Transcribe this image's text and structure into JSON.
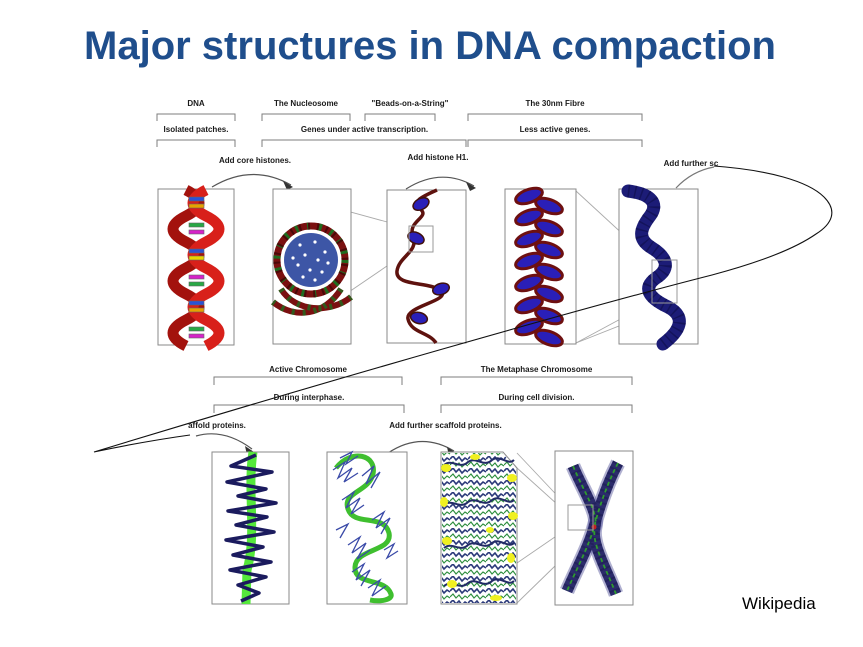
{
  "slide": {
    "title": "Major structures in DNA compaction",
    "credit": "Wikipedia"
  },
  "figure": {
    "top": {
      "structures": [
        "DNA",
        "The Nucleosome",
        "\"Beads-on-a-String\"",
        "The 30nm Fibre"
      ],
      "states": [
        "Isolated patches.",
        "Genes under active transcription.",
        "Less active genes."
      ],
      "transitions": [
        "Add core histones.",
        "Add histone H1.",
        "Add further sc"
      ]
    },
    "bottom": {
      "structures": [
        "Active Chromosome",
        "The Metaphase Chromosome"
      ],
      "states": [
        "During interphase.",
        "During cell division."
      ],
      "transitions": [
        "affold proteins.",
        "Add further scaffold proteins."
      ]
    },
    "colors": {
      "title_blue": "#1F4E8C",
      "dna_red": "#D8201A",
      "dna_dark_red": "#A3120D",
      "histone_core_blue": "#3D56A6",
      "nucleosome_wrap_maroon": "#7A1010",
      "bead_blue": "#2A1FB8",
      "linker_maroon": "#5E120E",
      "fibre_navy": "#1C1C77",
      "scaffold_green": "#55E83B",
      "chromatin_green": "#3FBF2F",
      "scribble_navy": "#1B1B5E",
      "metaphase_navy": "#2B2B6B",
      "protein_yellow": "#F0F020"
    }
  }
}
